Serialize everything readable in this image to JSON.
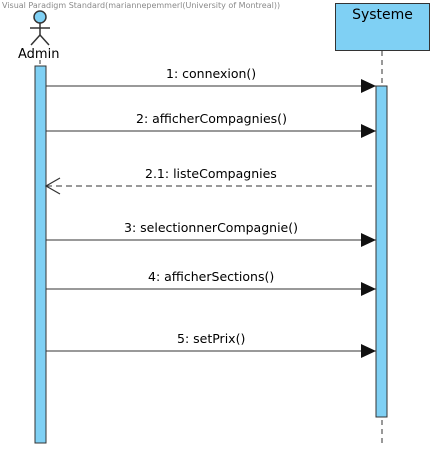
{
  "watermark": "Visual Paradigm Standard(mariannepemmerl(University of Montreal))",
  "actor": {
    "name": "Admin"
  },
  "system": {
    "name": "Systeme"
  },
  "colors": {
    "lifeline_fill": "#7fd0f4",
    "stroke": "#333333"
  },
  "messages": [
    {
      "label": "1: connexion()",
      "kind": "sync",
      "direction": "to-system"
    },
    {
      "label": "2: afficherCompagnies()",
      "kind": "sync",
      "direction": "to-system"
    },
    {
      "label": "2.1: listeCompagnies",
      "kind": "return",
      "direction": "to-actor"
    },
    {
      "label": "3: selectionnerCompagnie()",
      "kind": "sync",
      "direction": "to-system"
    },
    {
      "label": "4: afficherSections()",
      "kind": "sync",
      "direction": "to-system"
    },
    {
      "label": "5: setPrix()",
      "kind": "sync",
      "direction": "to-system"
    }
  ]
}
